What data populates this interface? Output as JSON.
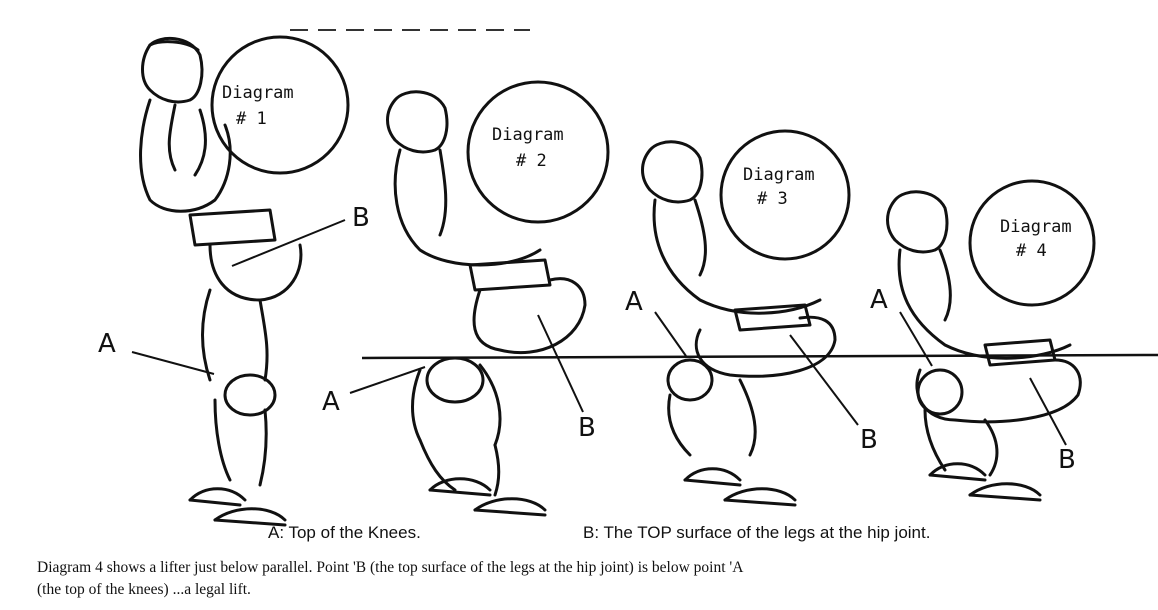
{
  "diagrams": [
    {
      "circle_label_line1": "Diagram",
      "circle_label_line2": "# 1",
      "point_a": "A",
      "point_b": "B"
    },
    {
      "circle_label_line1": "Diagram",
      "circle_label_line2": "# 2",
      "point_a": "A",
      "point_b": "B"
    },
    {
      "circle_label_line1": "Diagram",
      "circle_label_line2": "# 3",
      "point_a": "A",
      "point_b": "B"
    },
    {
      "circle_label_line1": "Diagram",
      "circle_label_line2": "# 4",
      "point_a": "A",
      "point_b": "B"
    }
  ],
  "legend": {
    "a": "A:  Top of the Knees.",
    "b": "B:  The TOP surface of the legs at the hip joint."
  },
  "caption": {
    "line1": "Diagram 4 shows a lifter just below parallel. Point 'B (the top surface of the legs at the hip joint) is below point 'A",
    "line2": "(the top of the knees) ...a legal lift."
  }
}
